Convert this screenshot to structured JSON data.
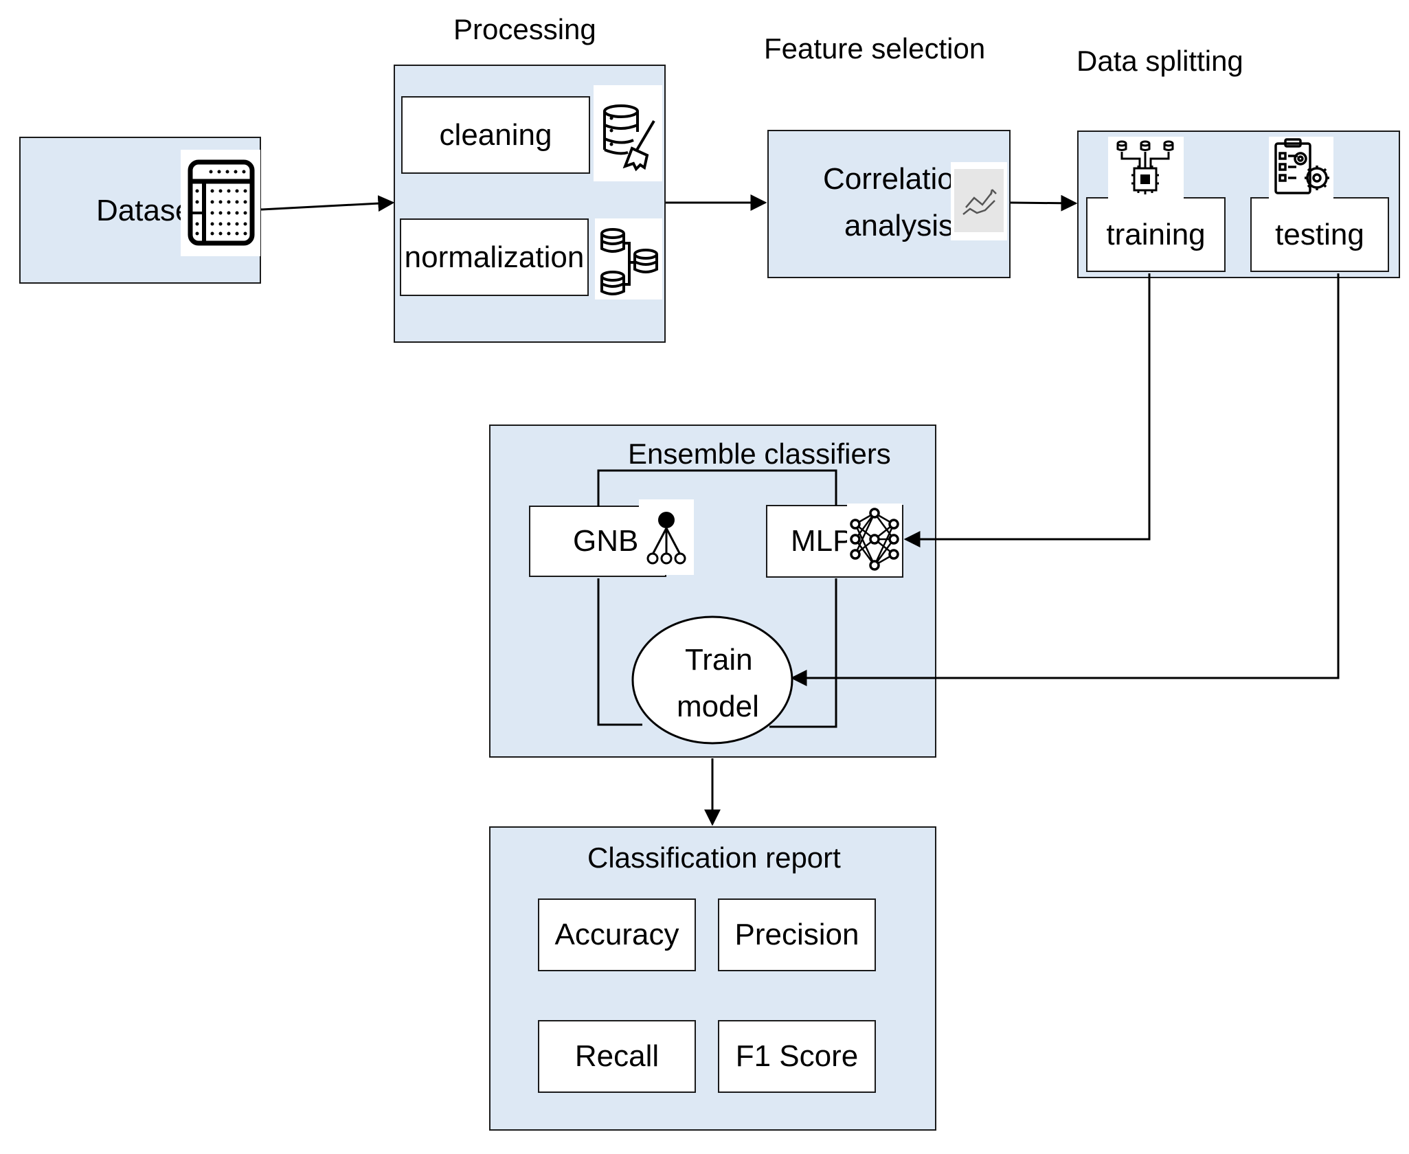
{
  "dataset": {
    "label": "Dataset"
  },
  "processing": {
    "title": "Processing",
    "cleaning": "cleaning",
    "normalization": "normalization"
  },
  "feature_selection": {
    "title": "Feature selection",
    "line1": "Correlation",
    "line2": "analysis"
  },
  "data_splitting": {
    "title": "Data splitting",
    "training": "training",
    "testing": "testing"
  },
  "ensemble": {
    "title": "Ensemble classifiers",
    "gnb": "GNB",
    "mlp": "MLP",
    "train_line1": "Train",
    "train_line2": "model"
  },
  "report": {
    "title": "Classification report",
    "accuracy": "Accuracy",
    "precision": "Precision",
    "recall": "Recall",
    "f1": "F1 Score"
  }
}
